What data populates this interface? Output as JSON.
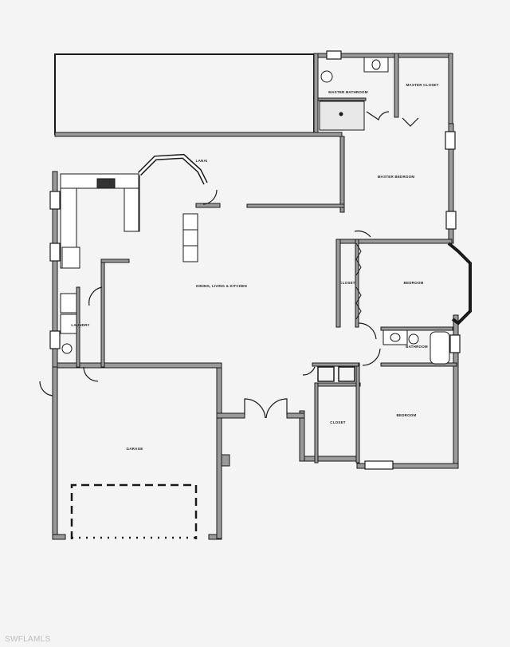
{
  "floorplan": {
    "rooms": [
      {
        "key": "master_bathroom",
        "label": "MASTER BATHROOM"
      },
      {
        "key": "master_closet",
        "label": "MASTER CLOSET"
      },
      {
        "key": "master_bedroom",
        "label": "MASTER BEDROOM"
      },
      {
        "key": "lanai",
        "label": "LANAI"
      },
      {
        "key": "dining_living_kitchen",
        "label": "DINING, LIVING & KITCHEN"
      },
      {
        "key": "closet_1",
        "label": "CLOSET"
      },
      {
        "key": "bedroom_1",
        "label": "BEDROOM"
      },
      {
        "key": "bathroom",
        "label": "BATHROOM"
      },
      {
        "key": "laundry",
        "label": "LAUNDRY"
      },
      {
        "key": "closet_2",
        "label": "CLOSET"
      },
      {
        "key": "bedroom_2",
        "label": "BEDROOM"
      },
      {
        "key": "garage",
        "label": "GARAGE"
      }
    ],
    "colors": {
      "wall": "#1a1a1a",
      "wall_fill": "#9a9a9a",
      "background": "#f4f4f4",
      "fixture": "#ffffff"
    }
  },
  "watermark": "SWFLAMLS"
}
